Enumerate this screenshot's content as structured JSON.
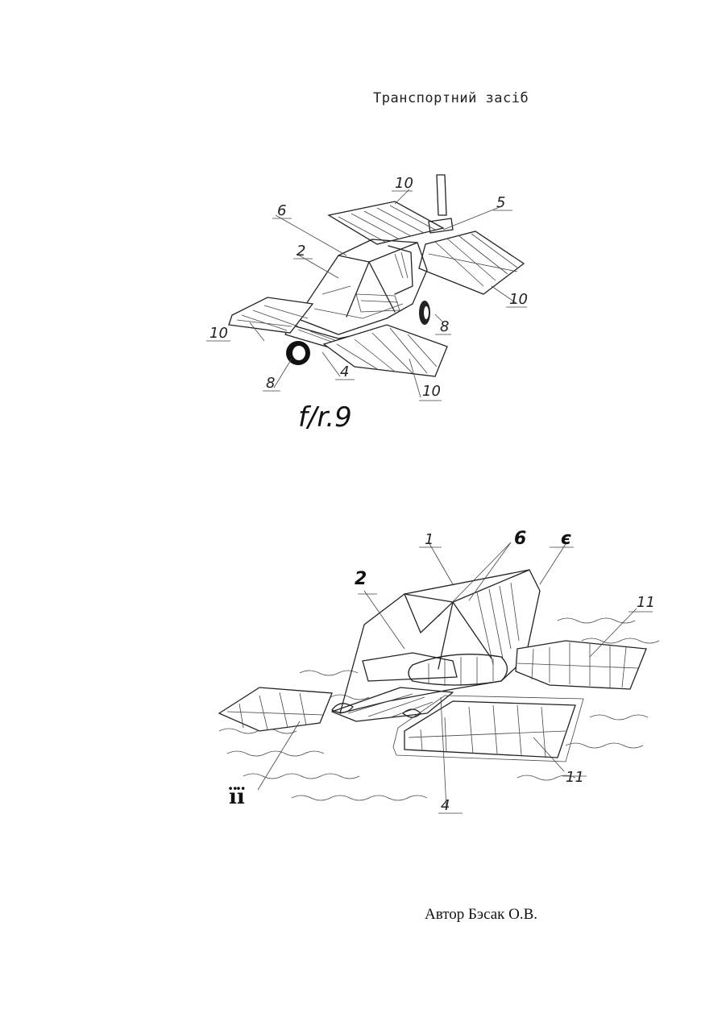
{
  "page": {
    "title": "Транспортний засіб",
    "author": "Автор Бэсак О.В."
  },
  "figure9": {
    "caption": "f/r.9",
    "labels": {
      "l10_top": "10",
      "l6": "6",
      "l5": "5",
      "l2": "2",
      "l10_right": "10",
      "l10_left": "10",
      "l8_right": "8",
      "l8_left": "8",
      "l4": "4",
      "l10_bottom": "10"
    }
  },
  "figure10": {
    "labels": {
      "l1": "1",
      "l6": "6",
      "l6b": "є",
      "l2": "2",
      "l11_right": "11",
      "l11_bottom": "11",
      "l4": "4",
      "l11_left": "ïï"
    }
  }
}
